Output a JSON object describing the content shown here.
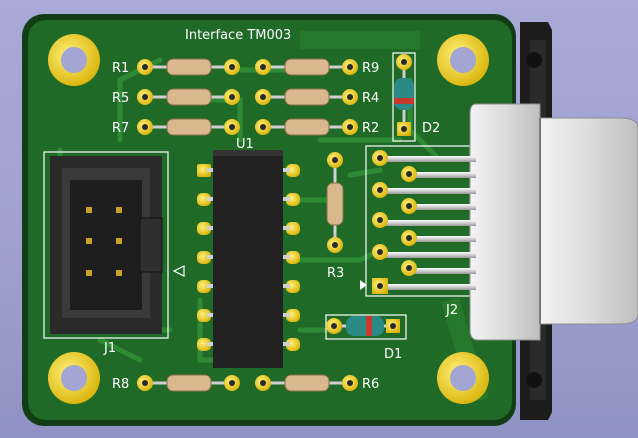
{
  "board": {
    "title": "Interface TM003",
    "colors": {
      "background": "#a3a5d3",
      "board": "#1f6a27",
      "board_edge": "#123d16",
      "copper": "#2f8a34",
      "pad": "#e8c30f",
      "silkscreen": "#ffffff",
      "resistor_body": "#d8b98e",
      "connector_shell": "#e3e3e3",
      "header_body": "#2a2a2a",
      "ic_body": "#222222"
    }
  },
  "labels": {
    "r1": "R1",
    "r5": "R5",
    "r7": "R7",
    "r9": "R9",
    "r4": "R4",
    "r2": "R2",
    "r3": "R3",
    "r8": "R8",
    "r6": "R6",
    "u1": "U1",
    "j1": "J1",
    "j2": "J2",
    "d1": "D1",
    "d2": "D2"
  },
  "components": {
    "resistors": [
      "R1",
      "R2",
      "R3",
      "R4",
      "R5",
      "R6",
      "R7",
      "R8",
      "R9"
    ],
    "diodes": [
      "D1",
      "D2"
    ],
    "ic": "U1",
    "connectors": [
      "J1",
      "J2"
    ]
  },
  "icons": [
    "mounting-hole-icon",
    "resistor-icon",
    "diode-icon",
    "ic-icon",
    "header-icon",
    "db9-connector-icon",
    "pin1-triangle-icon"
  ]
}
